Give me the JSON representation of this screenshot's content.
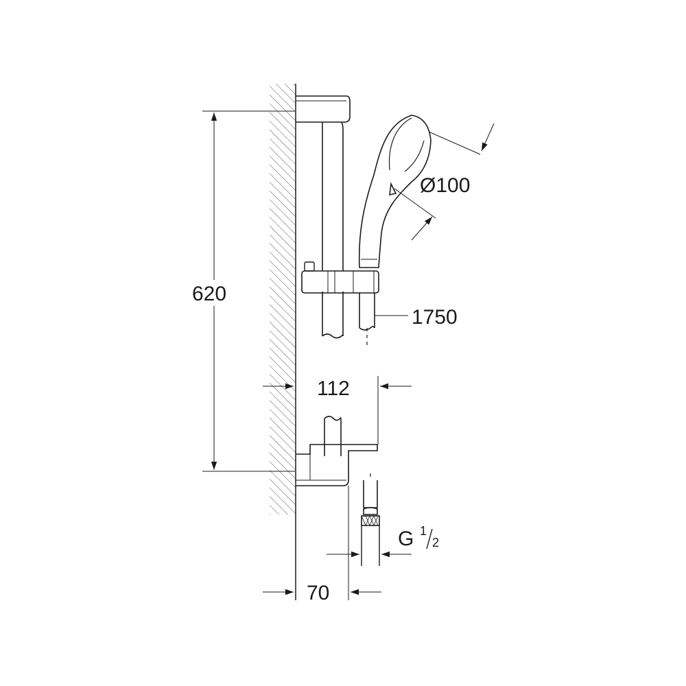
{
  "drawing": {
    "dimensions": {
      "height": "620",
      "shower_head_diameter": "Ø100",
      "hose_length": "1750",
      "projection": "112",
      "wall_bracket_depth": "70",
      "thread_g": "G",
      "thread_fraction_num": "1",
      "thread_fraction_den": "2"
    }
  }
}
